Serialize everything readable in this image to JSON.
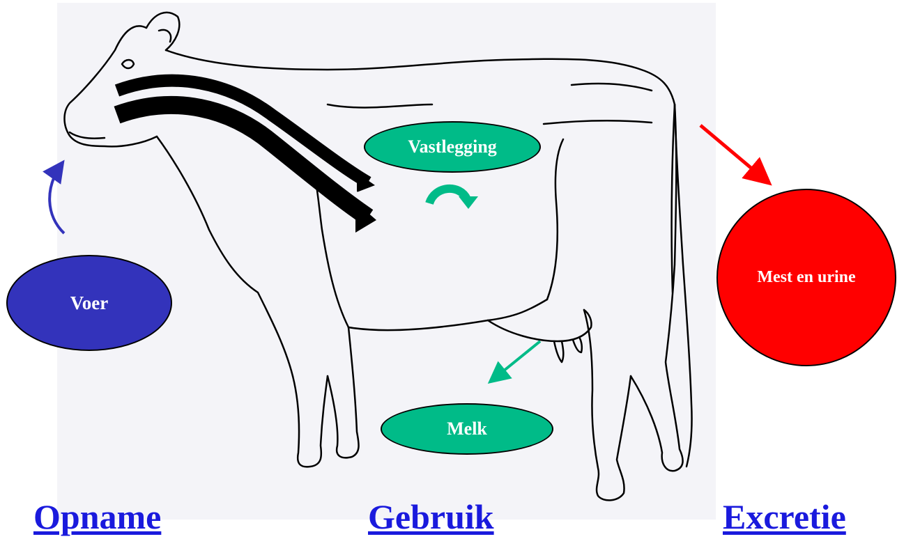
{
  "colors": {
    "voer": "#3333bb",
    "mest": "#ff0000",
    "teal": "#00bb88",
    "link": "#1a1add"
  },
  "nodes": {
    "voer": "Voer",
    "vastlegging": "Vastlegging",
    "melk": "Melk",
    "mest": "Mest en urine"
  },
  "links": {
    "opname": "Opname",
    "gebruik": "Gebruik",
    "excretie": "Excretie"
  }
}
